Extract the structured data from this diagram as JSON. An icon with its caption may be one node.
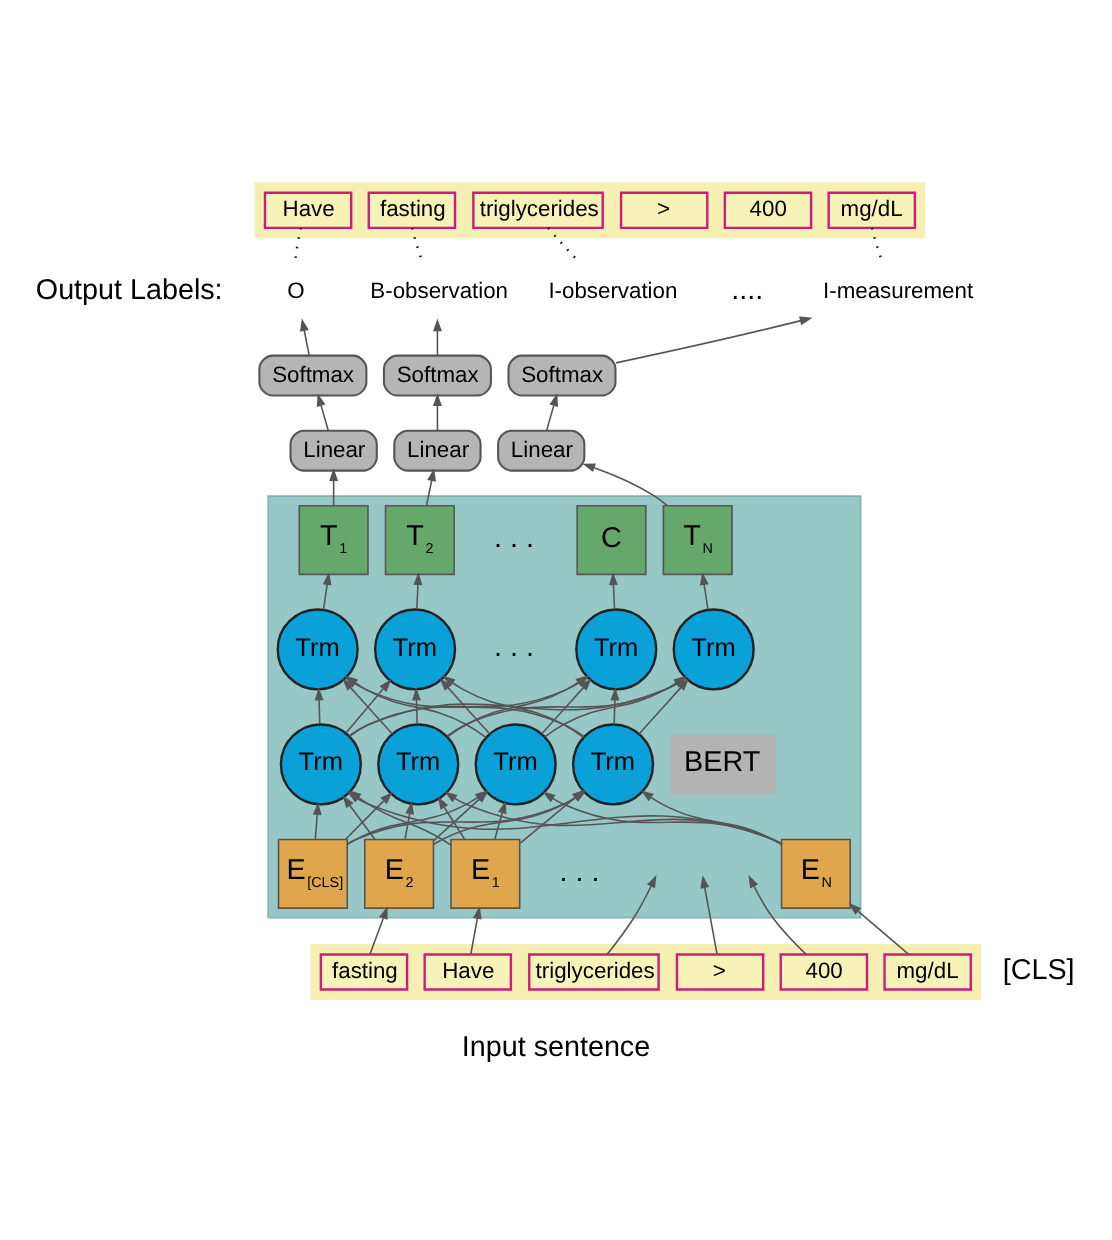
{
  "diagram": {
    "caption": "Input sentence",
    "nodes": [
      {
        "text": [],
        "shape": "bar"
      },
      {
        "text": [
          "Have"
        ],
        "in": 0
      },
      {
        "text": [
          "fasting"
        ],
        "in": 0
      },
      {
        "text": [
          "triglycerides"
        ],
        "in": 0
      },
      {
        "text": [
          ">"
        ],
        "in": 0
      },
      {
        "text": [
          "400"
        ],
        "in": 0
      },
      {
        "text": [
          "mg/dL"
        ],
        "in": 0
      },
      {
        "text": [
          "O"
        ]
      },
      {
        "text": [
          "B-observation"
        ]
      },
      {
        "text": [
          "I-observation"
        ]
      },
      {
        "text": [
          "I-measurement"
        ]
      },
      {
        "text": [
          "Softmax"
        ]
      },
      {
        "text": [
          "Softmax"
        ]
      },
      {
        "text": [
          "Softmax"
        ]
      },
      {
        "text": [
          "Linear"
        ]
      },
      {
        "text": [
          "Linear"
        ]
      },
      {
        "text": [
          "Linear"
        ]
      },
      {
        "text": [],
        "shape": "box"
      },
      {
        "text": [
          "C"
        ],
        "in": 17
      },
      {
        "text": [
          "T$_{1}$"
        ],
        "in": 17
      },
      {
        "text": [
          "T$_{2}$"
        ],
        "in": 17
      },
      {
        "text": [
          "T$_{N}$"
        ],
        "in": 17
      },
      {
        "text": [
          "Trm"
        ],
        "in": 17
      },
      {
        "text": [
          "Trm"
        ],
        "in": 17
      },
      {
        "text": [
          "Trm"
        ],
        "in": 17
      },
      {
        "text": [
          "Trm"
        ],
        "in": 17
      },
      {
        "text": [
          "Trm"
        ],
        "in": 17
      },
      {
        "text": [
          "Trm"
        ],
        "in": 17
      },
      {
        "text": [
          "Trm"
        ],
        "in": 17
      },
      {
        "text": [
          "BERT"
        ],
        "in": 17
      },
      {
        "text": [
          "Trm"
        ],
        "in": 17
      },
      {
        "text": [
          "E$_{[CLS]}$"
        ],
        "in": 17
      },
      {
        "text": [
          "E$_{1}$"
        ],
        "in": 17
      },
      {
        "text": [
          "E$_{2}$"
        ],
        "in": 17
      },
      {
        "text": [
          "E$_{N}$"
        ],
        "in": 17
      },
      {
        "text": [],
        "shape": "bar"
      },
      {
        "text": [
          "Have"
        ],
        "in": 35
      },
      {
        "text": [
          "fasting"
        ],
        "in": 35
      },
      {
        "text": [
          "triglycerides"
        ],
        "in": 35
      },
      {
        "text": [
          ">"
        ],
        "in": 35
      },
      {
        "text": [
          "400"
        ],
        "in": 35
      },
      {
        "text": [
          "mg/dL"
        ],
        "in": 35
      }
    ],
    "edges": [
      {
        "from": 1,
        "to": 7,
        "arrow": "none",
        "style": "dashed"
      },
      {
        "from": 2,
        "to": 8,
        "arrow": "none",
        "style": "dashed"
      },
      {
        "from": 3,
        "to": 9,
        "arrow": "none",
        "style": "dashed"
      },
      {
        "from": 6,
        "to": 10,
        "arrow": "none",
        "style": "dashed"
      },
      {
        "from": 11,
        "to": 7,
        "arrow": "to"
      },
      {
        "from": 12,
        "to": 8,
        "arrow": "to"
      },
      {
        "from": 13,
        "to": 10,
        "arrow": "to"
      },
      {
        "from": 14,
        "to": 11,
        "arrow": "to"
      },
      {
        "from": 15,
        "to": 12,
        "arrow": "to"
      },
      {
        "from": 16,
        "to": 13,
        "arrow": "to"
      },
      {
        "from": 19,
        "to": 14,
        "arrow": "to"
      },
      {
        "from": 20,
        "to": 15,
        "arrow": "to"
      },
      {
        "from": 21,
        "to": 16,
        "arrow": "to"
      },
      {
        "from": 22,
        "to": 18,
        "arrow": "to"
      },
      {
        "from": 23,
        "to": 19,
        "arrow": "to"
      },
      {
        "from": 24,
        "to": 20,
        "arrow": "to"
      },
      {
        "from": 25,
        "to": 21,
        "arrow": "to"
      },
      {
        "from": 26,
        "to": 22,
        "arrow": "to"
      },
      {
        "from": 26,
        "to": 23,
        "arrow": "to"
      },
      {
        "from": 26,
        "to": 24,
        "arrow": "to"
      },
      {
        "from": 26,
        "to": 25,
        "arrow": "to"
      },
      {
        "from": 27,
        "to": 22,
        "arrow": "to"
      },
      {
        "from": 27,
        "to": 23,
        "arrow": "to"
      },
      {
        "from": 27,
        "to": 24,
        "arrow": "to"
      },
      {
        "from": 27,
        "to": 25,
        "arrow": "to"
      },
      {
        "from": 28,
        "to": 22,
        "arrow": "to"
      },
      {
        "from": 28,
        "to": 23,
        "arrow": "to"
      },
      {
        "from": 28,
        "to": 24,
        "arrow": "to"
      },
      {
        "from": 28,
        "to": 25,
        "arrow": "to"
      },
      {
        "from": 30,
        "to": 22,
        "arrow": "to"
      },
      {
        "from": 30,
        "to": 23,
        "arrow": "to"
      },
      {
        "from": 30,
        "to": 24,
        "arrow": "to"
      },
      {
        "from": 30,
        "to": 25,
        "arrow": "to"
      },
      {
        "from": 31,
        "to": 26,
        "arrow": "to"
      },
      {
        "from": 31,
        "to": 27,
        "arrow": "to"
      },
      {
        "from": 31,
        "to": 28,
        "arrow": "to"
      },
      {
        "from": 31,
        "to": 30,
        "arrow": "to"
      },
      {
        "from": 32,
        "to": 26,
        "arrow": "to"
      },
      {
        "from": 32,
        "to": 27,
        "arrow": "to"
      },
      {
        "from": 32,
        "to": 28,
        "arrow": "to"
      },
      {
        "from": 32,
        "to": 30,
        "arrow": "to"
      },
      {
        "from": 33,
        "to": 26,
        "arrow": "to"
      },
      {
        "from": 33,
        "to": 27,
        "arrow": "to"
      },
      {
        "from": 33,
        "to": 28,
        "arrow": "to"
      },
      {
        "from": 33,
        "to": 30,
        "arrow": "to"
      },
      {
        "from": 34,
        "to": 26,
        "arrow": "to"
      },
      {
        "from": 34,
        "to": 27,
        "arrow": "to"
      },
      {
        "from": 34,
        "to": 28,
        "arrow": "to"
      },
      {
        "from": 34,
        "to": 30,
        "arrow": "to"
      },
      {
        "from": 36,
        "to": 32,
        "arrow": "to"
      },
      {
        "from": 37,
        "to": 33,
        "arrow": "to"
      },
      {
        "from": 38,
        "to": null,
        "arrow": "to"
      },
      {
        "from": 39,
        "to": null,
        "arrow": "to"
      },
      {
        "from": 40,
        "to": null,
        "arrow": "to"
      },
      {
        "from": 41,
        "to": 34,
        "arrow": "to"
      }
    ],
    "labels": [
      "Output Labels:",
      "....",
      ". . .",
      ". . .",
      ". . .",
      "[CLS]"
    ]
  }
}
